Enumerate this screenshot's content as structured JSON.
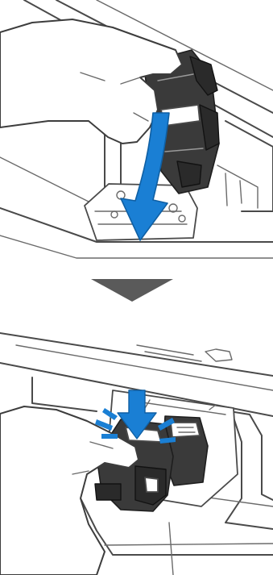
{
  "steps": [
    {
      "illustration": "install-print-head-cartridge",
      "arrow_color": "#1a7fd4",
      "arrow_direction": "down"
    },
    {
      "illustration": "press-cartridge-until-click",
      "arrow_color": "#1a7fd4",
      "arrow_direction": "down"
    }
  ],
  "separator": {
    "icon": "triangle-down-icon",
    "color": "#5a5a5a"
  },
  "colors": {
    "line": "#4a4a4a",
    "cartridge": "#3a3a3a",
    "accent": "#1a7fd4",
    "background": "#ffffff"
  }
}
